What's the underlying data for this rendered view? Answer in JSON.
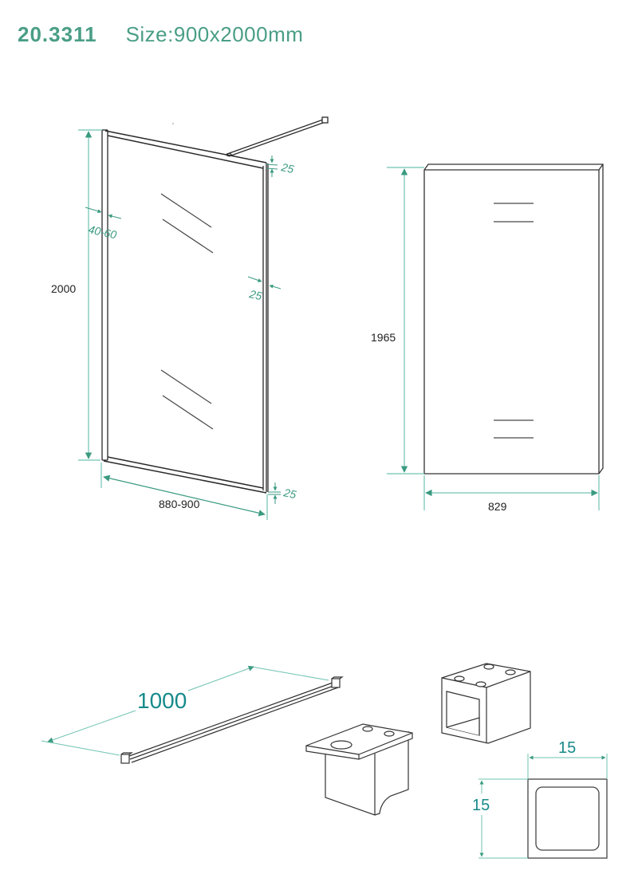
{
  "header": {
    "product_code": "20.3311",
    "size_label": "Size:900x2000mm"
  },
  "panel_view": {
    "height_label": "2000",
    "width_label": "880-900",
    "wall_profile_label": "40-60",
    "top_profile_label": "25",
    "side_profile_label": "25",
    "bottom_profile_label": "25"
  },
  "glass_view": {
    "height_label": "1965",
    "width_label": "829"
  },
  "stabilizer_bar": {
    "length_label": "1000"
  },
  "profile_section": {
    "width_label": "15",
    "height_label": "15"
  },
  "colors": {
    "accent": "#4a9e86",
    "dimension_line": "#6fc3b2",
    "dimension_text_teal": "#178a8a",
    "drawing_line": "#333333"
  }
}
